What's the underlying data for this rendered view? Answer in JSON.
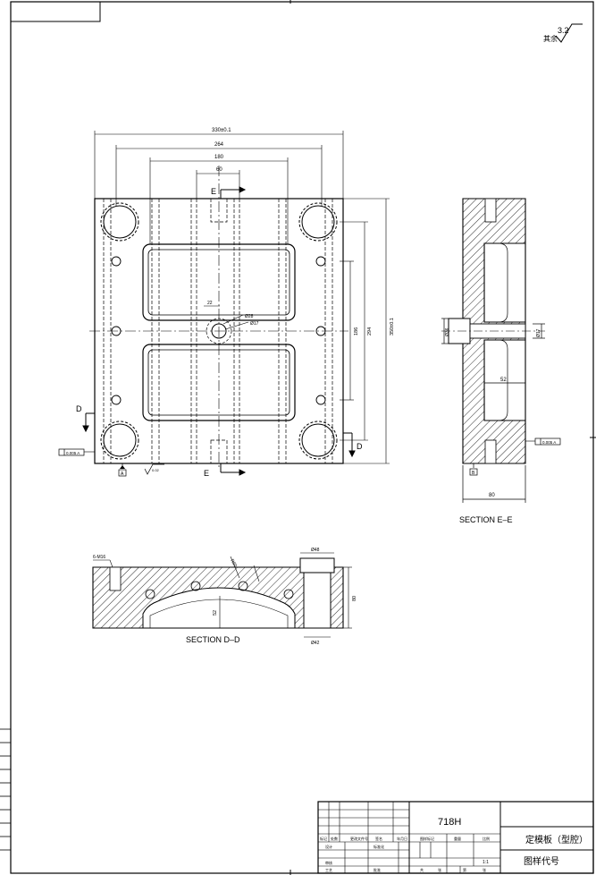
{
  "roughness": {
    "value": "3.2",
    "label": "其余"
  },
  "dims": {
    "overall_width": "330±0.1",
    "w264": "264",
    "w180": "180",
    "w60": "60",
    "h294": "294",
    "h186": "186",
    "h350": "350±0.1",
    "d22": "22",
    "d28": "Ø28",
    "d17": "Ø17",
    "r60": "R60",
    "d36": "Ø36",
    "d17b": "Ø17",
    "w52": "52",
    "w80": "80",
    "m6": "6-M16",
    "d48": "Ø48",
    "d42": "Ø42",
    "h52": "52",
    "h80": "80",
    "flat1": "0.005 A",
    "flat2": "0.005 A",
    "flatness_small": "0.02",
    "datum_a": "A",
    "datum_b": "B"
  },
  "labels": {
    "section_e_marker_top": "E",
    "section_e_marker_bottom": "E",
    "section_d_marker_left": "D",
    "section_d_marker_right": "D",
    "section_ee": "SECTION  E–E",
    "section_dd": "SECTION  D–D"
  },
  "title_block": {
    "material": "718H",
    "part_name": "定模板（型腔）",
    "drawing_no_label": "图样代号",
    "scale": "1:1",
    "cells": {
      "mark": "标记",
      "count": "处数",
      "zone": "分区",
      "change_no": "更改文件号",
      "sign": "签名",
      "date": "年月日",
      "design": "设计",
      "standard": "标准化",
      "stage_mark": "图样标记",
      "weight": "重量",
      "scale_label": "比例",
      "review": "审核",
      "process": "工艺",
      "approve": "批准",
      "sheet": "共",
      "sheet2": "张",
      "page": "第",
      "page2": "张"
    }
  }
}
